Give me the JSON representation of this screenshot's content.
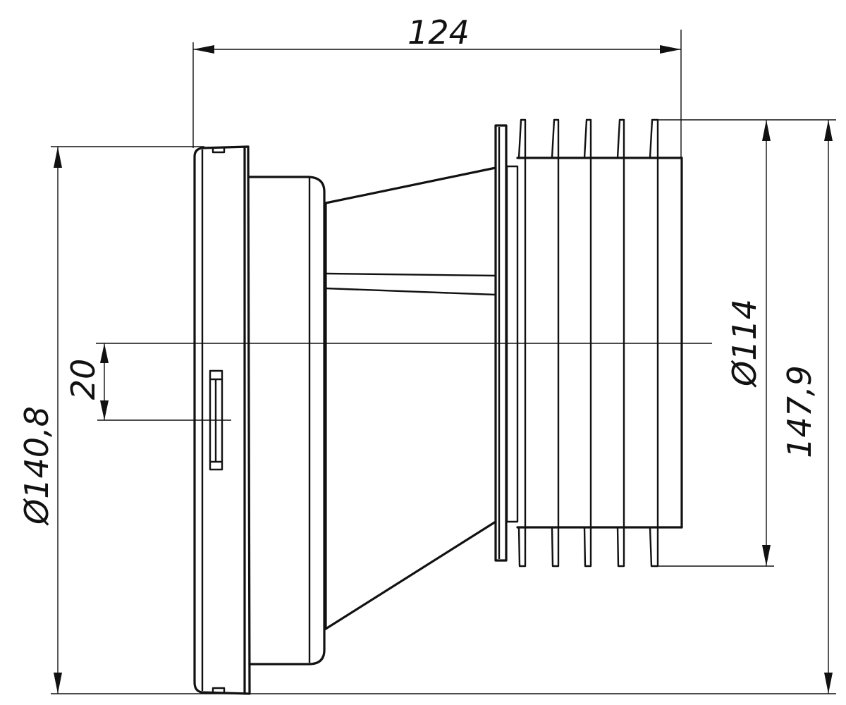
{
  "dimensions": {
    "overall_length": "124",
    "flange_diameter": "Ø140,8",
    "offset": "20",
    "spigot_diameter": "Ø114",
    "ring_outer_diameter": "147,9"
  }
}
